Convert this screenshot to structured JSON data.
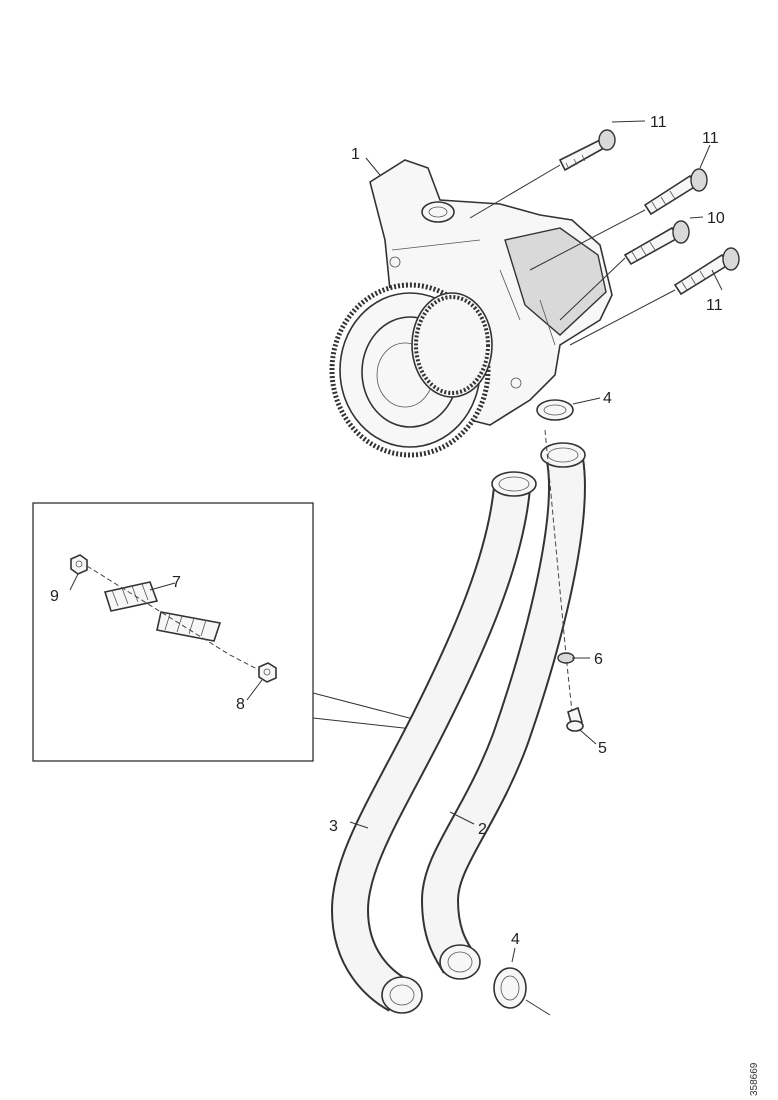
{
  "callouts": {
    "c1": "1",
    "c2": "2",
    "c3": "3",
    "c4a": "4",
    "c4b": "4",
    "c5": "5",
    "c6": "6",
    "c7": "7",
    "c8": "8",
    "c9": "9",
    "c10": "10",
    "c11a": "11",
    "c11b": "11",
    "c11c": "11"
  },
  "reference_code": "358669"
}
